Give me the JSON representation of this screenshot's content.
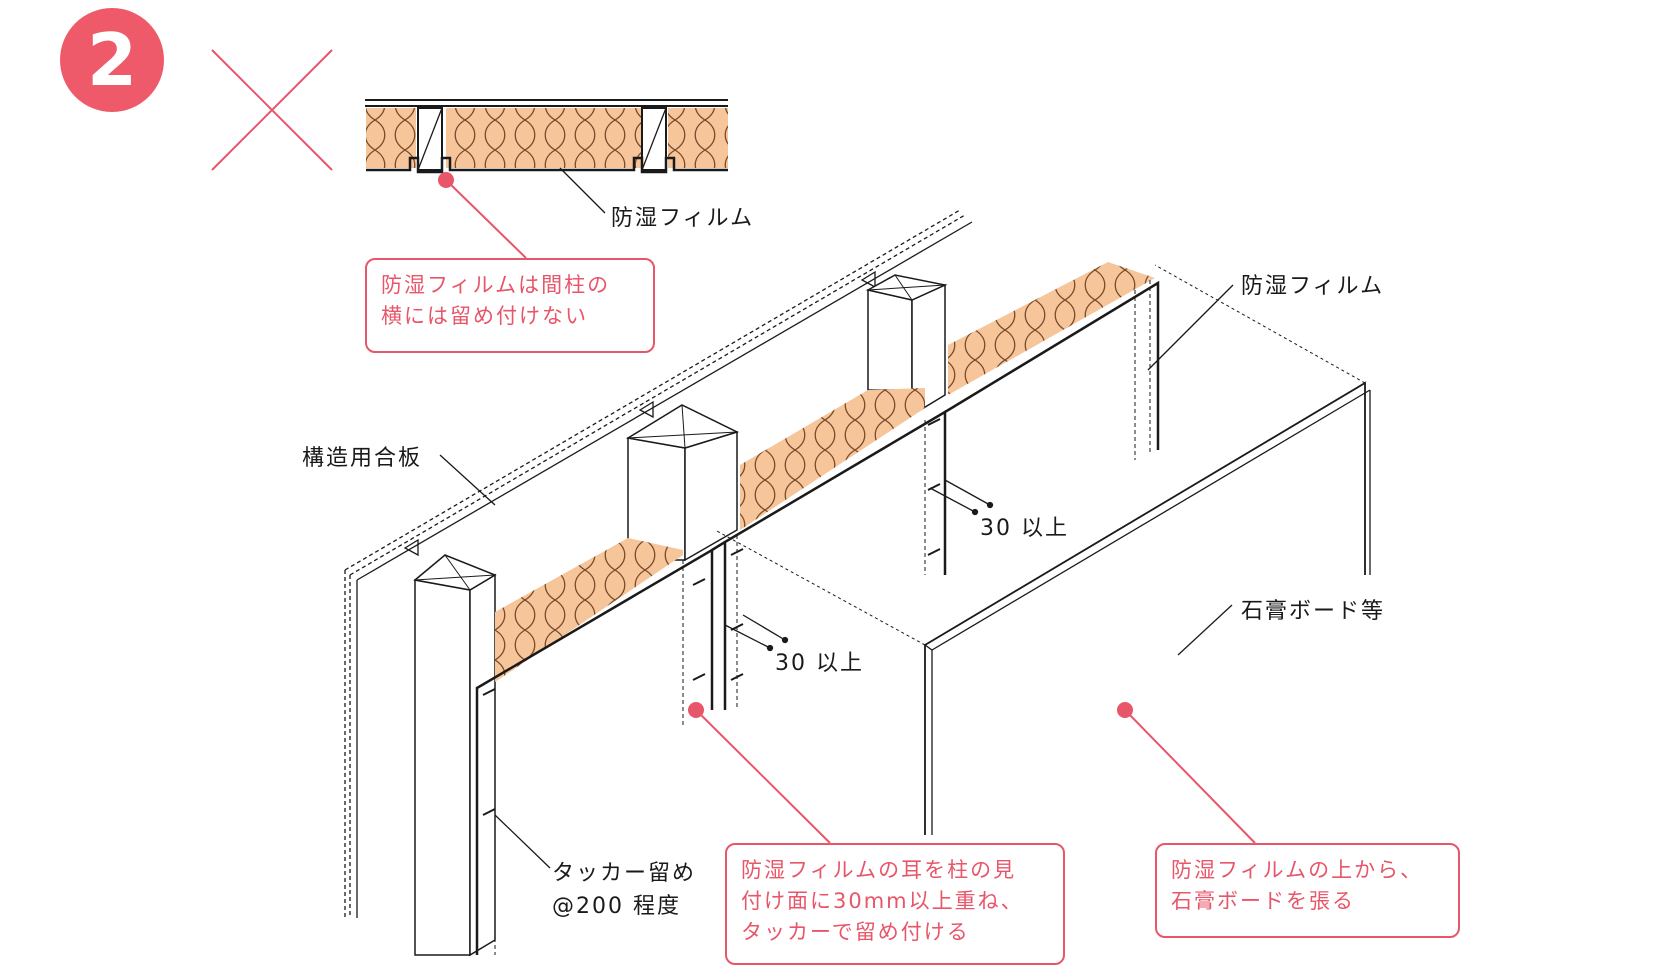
{
  "step_number": "2",
  "colors": {
    "accent": "#e8566a",
    "insulation": "#f6c59a",
    "line": "#1a1a1a"
  },
  "labels": {
    "film_top": "防湿フィルム",
    "film_right": "防湿フィルム",
    "plywood": "構造用合板",
    "overlap_upper": "30 以上",
    "overlap_lower": "30 以上",
    "gypsum": "石膏ボード等",
    "tacker_line1": "タッカー留め",
    "tacker_line2": "@200 程度"
  },
  "callouts": {
    "bad": {
      "line1": "防湿フィルムは間柱の",
      "line2": "横には留め付けない"
    },
    "ear": {
      "line1": "防湿フィルムの耳を柱の見",
      "line2": "付け面に30mm以上重ね、",
      "line3": "タッカーで留め付ける"
    },
    "board": {
      "line1": "防湿フィルムの上から、",
      "line2": "石膏ボードを張る"
    }
  },
  "icons": {
    "wrong_mark": "cross-icon"
  }
}
